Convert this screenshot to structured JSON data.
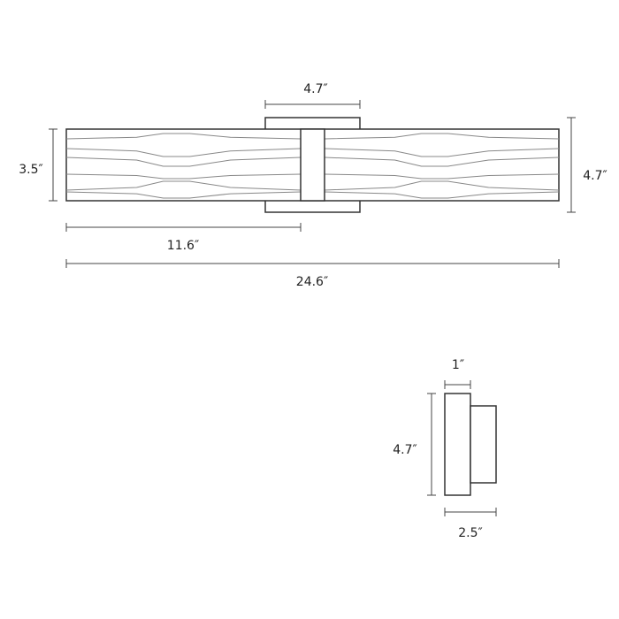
{
  "front_view": {
    "backplate_width": "4.7″",
    "shade_height": "3.5″",
    "overall_height": "4.7″",
    "half_length": "11.6″",
    "overall_length": "24.6″"
  },
  "side_view": {
    "backplate_depth": "1″",
    "height": "4.7″",
    "overall_depth": "2.5″"
  },
  "colors": {
    "line": "#333333",
    "texture": "#888888"
  }
}
